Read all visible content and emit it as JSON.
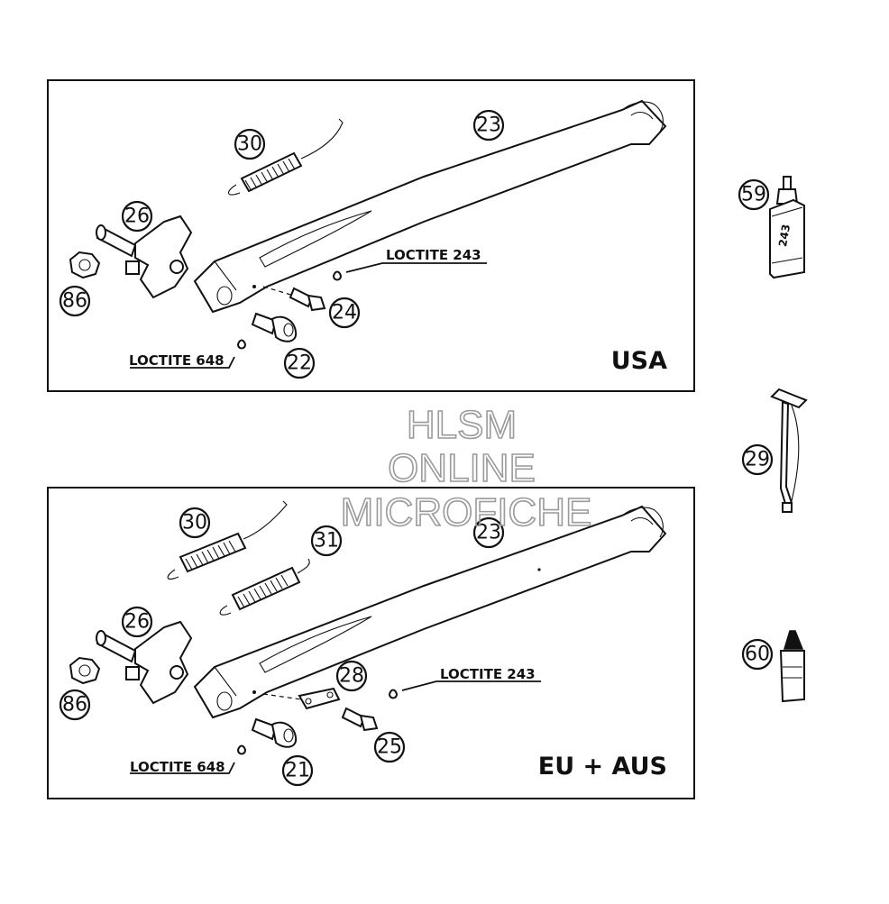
{
  "panels": [
    {
      "label": "USA",
      "loctite_a": "LOCTITE 243",
      "loctite_b": "LOCTITE 648",
      "callouts": [
        "30",
        "23",
        "26",
        "86",
        "24",
        "22"
      ]
    },
    {
      "label": "EU + AUS",
      "loctite_a": "LOCTITE 243",
      "loctite_b": "LOCTITE 648",
      "callouts": [
        "30",
        "31",
        "23",
        "26",
        "28",
        "86",
        "25",
        "21"
      ]
    }
  ],
  "side_parts": {
    "callouts": [
      "59",
      "29",
      "60"
    ],
    "bottle_label": "243"
  },
  "watermark": {
    "line1": "HLSM",
    "line2": "ONLINE",
    "line3": "MICROFICHE"
  },
  "colors": {
    "line": "#111111",
    "background": "#ffffff",
    "watermark": "#9a9a9a"
  }
}
